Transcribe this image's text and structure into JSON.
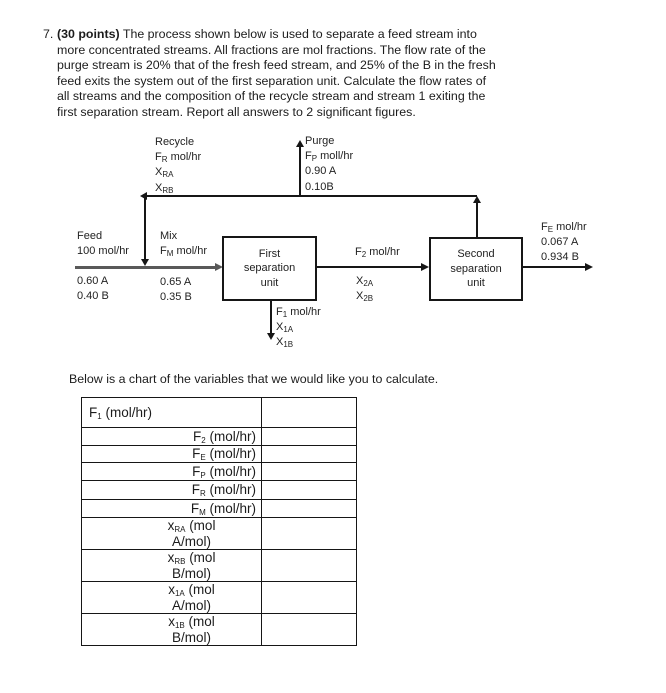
{
  "problem": {
    "number": "7.",
    "points_label": "(30 points)",
    "statement": " The process shown below is used to separate a feed stream into more concentrated streams. All fractions are mol fractions. The flow rate of the purge stream is 20% that of the fresh feed stream, and 25% of the B in the fresh feed exits the system out of the first separation unit. Calculate the flow rates of all streams and the composition of the recycle stream and stream 1 exiting the first separation stream. Report all answers to 2 significant figures."
  },
  "diagram": {
    "units": {
      "first": [
        "First",
        "separation",
        "unit"
      ],
      "second": [
        "Second",
        "separation",
        "unit"
      ]
    },
    "streams": {
      "feed": {
        "name": "Feed",
        "flow": "100 mol/hr",
        "frac_a": "0.60 A",
        "frac_b": "0.40 B"
      },
      "mix": {
        "name": "Mix",
        "flow": [
          {
            "t": "F"
          },
          {
            "sub": "M"
          },
          {
            "t": " mol/hr"
          }
        ],
        "frac_a": "0.65 A",
        "frac_b": "0.35 B"
      },
      "recycle": {
        "name": "Recycle",
        "flow": [
          {
            "t": "F"
          },
          {
            "sub": "R"
          },
          {
            "t": " mol/hr"
          }
        ],
        "frac_a": [
          {
            "t": "X"
          },
          {
            "sub": "RA"
          }
        ],
        "frac_b": [
          {
            "t": "X"
          },
          {
            "sub": "RB"
          }
        ]
      },
      "purge": {
        "name": "Purge",
        "flow": [
          {
            "t": "F"
          },
          {
            "sub": "P"
          },
          {
            "t": " moll/hr"
          }
        ],
        "frac_a": "0.90 A",
        "frac_b": "0.10B"
      },
      "f2": {
        "flow": [
          {
            "t": "F"
          },
          {
            "sub": "2"
          },
          {
            "t": " mol/hr"
          }
        ],
        "frac_a": [
          {
            "t": "X"
          },
          {
            "sub": "2A"
          }
        ],
        "frac_b": [
          {
            "t": "X"
          },
          {
            "sub": "2B"
          }
        ]
      },
      "f1": {
        "flow": [
          {
            "t": "F"
          },
          {
            "sub": "1"
          },
          {
            "t": " mol/hr"
          }
        ],
        "frac_a": [
          {
            "t": "X"
          },
          {
            "sub": "1A"
          }
        ],
        "frac_b": [
          {
            "t": "X"
          },
          {
            "sub": "1B"
          }
        ]
      },
      "exit": {
        "flow": [
          {
            "t": "F"
          },
          {
            "sub": "E"
          },
          {
            "t": " mol/hr"
          }
        ],
        "frac_a": "0.067 A",
        "frac_b": "0.934 B"
      }
    },
    "colors": {
      "line": "#161616",
      "feed_line": "#595959"
    }
  },
  "chart_intro": "Below is a chart of the variables that we would like you to calculate.",
  "table": {
    "rows": [
      {
        "align": "left",
        "h": 29,
        "label": [
          {
            "t": "F"
          },
          {
            "sub": "1"
          },
          {
            "t": " (mol/hr)"
          }
        ],
        "value": ""
      },
      {
        "align": "right",
        "h": 17,
        "label": [
          {
            "t": "F"
          },
          {
            "sub": "2"
          },
          {
            "t": " (mol/hr)"
          }
        ],
        "value": ""
      },
      {
        "align": "right",
        "h": 16,
        "label": [
          {
            "t": "F"
          },
          {
            "sub": "E"
          },
          {
            "t": " (mol/hr)"
          }
        ],
        "value": ""
      },
      {
        "align": "right",
        "h": 17,
        "label": [
          {
            "t": "F"
          },
          {
            "sub": "P"
          },
          {
            "t": " (mol/hr)"
          }
        ],
        "value": ""
      },
      {
        "align": "right",
        "h": 18,
        "label": [
          {
            "t": "F"
          },
          {
            "sub": "R"
          },
          {
            "t": " (mol/hr)"
          }
        ],
        "value": ""
      },
      {
        "align": "right",
        "h": 17,
        "label": [
          {
            "t": "F"
          },
          {
            "sub": "M"
          },
          {
            "t": " (mol/hr)"
          }
        ],
        "value": ""
      },
      {
        "align": "center",
        "h": 28,
        "label": [
          {
            "t": "x"
          },
          {
            "sub": "RA"
          },
          {
            "t": " (mol"
          },
          {
            "br": true
          },
          {
            "t": "A/mol)"
          }
        ],
        "value": ""
      },
      {
        "align": "center",
        "h": 28,
        "label": [
          {
            "t": "x"
          },
          {
            "sub": "RB"
          },
          {
            "t": " (mol"
          },
          {
            "br": true
          },
          {
            "t": "B/mol)"
          }
        ],
        "value": ""
      },
      {
        "align": "center",
        "h": 28,
        "label": [
          {
            "t": "x"
          },
          {
            "sub": "1A"
          },
          {
            "t": " (mol"
          },
          {
            "br": true
          },
          {
            "t": "A/mol)"
          }
        ],
        "value": ""
      },
      {
        "align": "center",
        "h": 28,
        "label": [
          {
            "t": "x"
          },
          {
            "sub": "1B"
          },
          {
            "t": " (mol"
          },
          {
            "br": true
          },
          {
            "t": "B/mol)"
          }
        ],
        "value": ""
      }
    ]
  }
}
